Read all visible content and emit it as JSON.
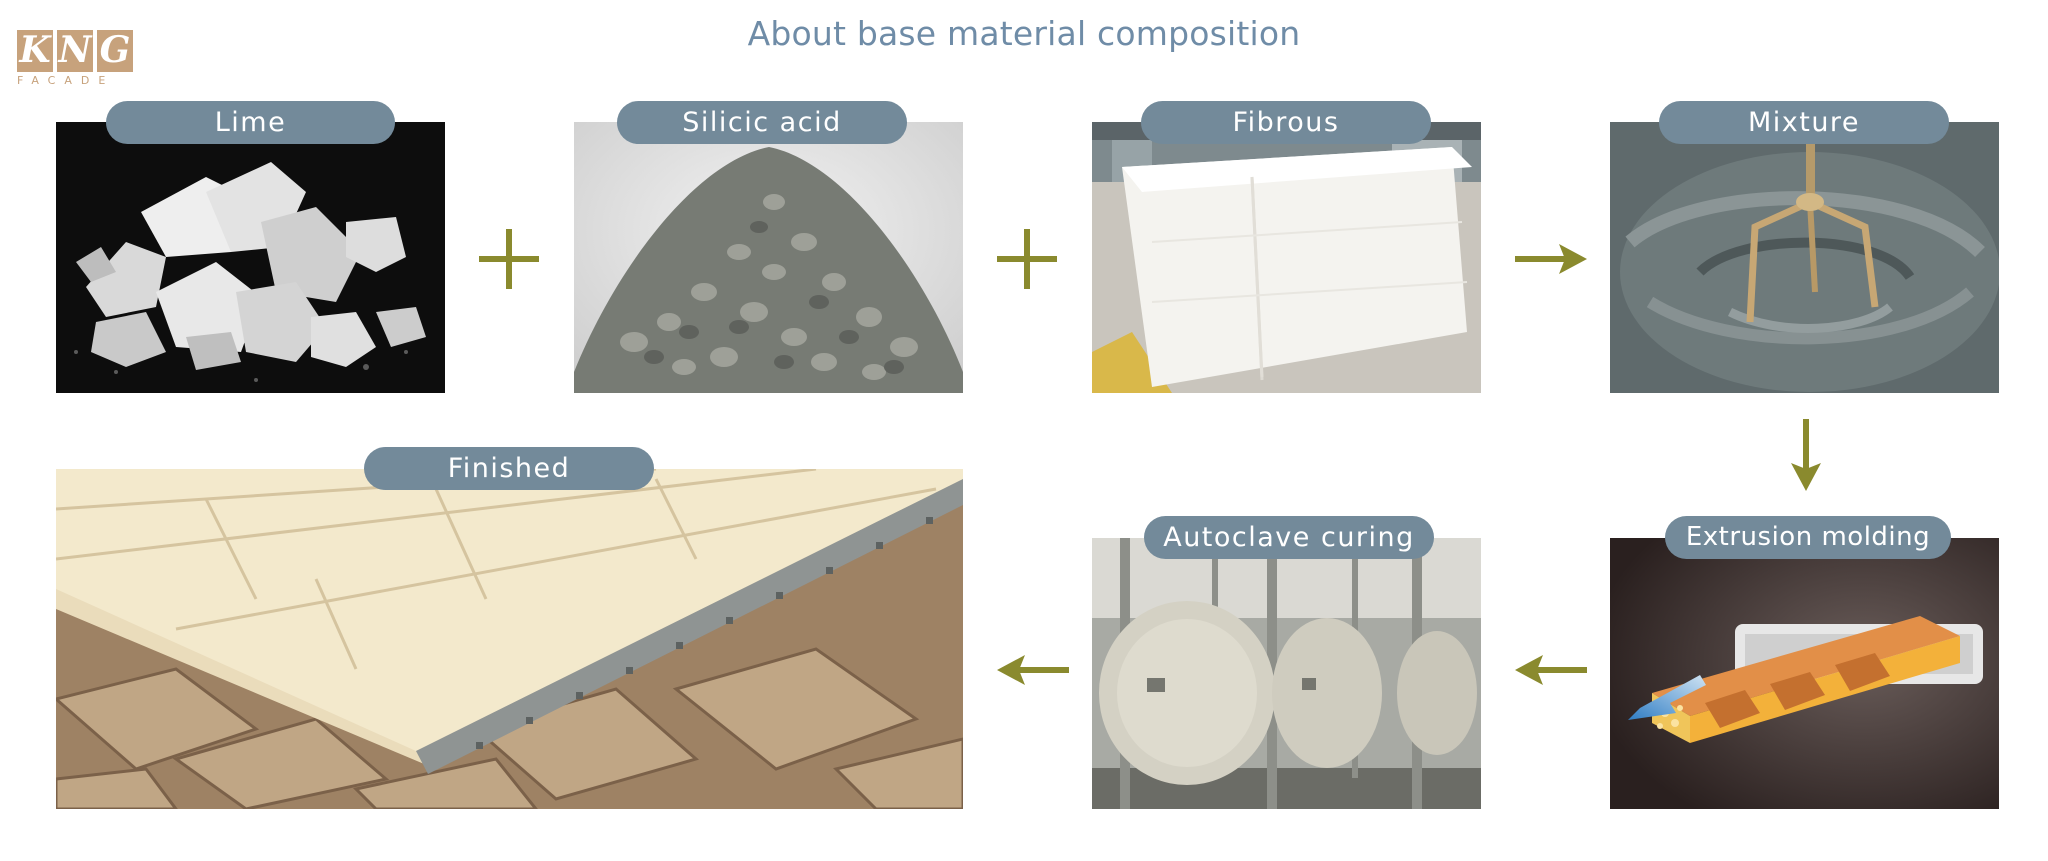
{
  "page": {
    "title": "About base material composition"
  },
  "logo": {
    "letters": [
      "K",
      "N",
      "G"
    ],
    "subtitle": "FACADE"
  },
  "steps": {
    "lime": "Lime",
    "silicic_acid": "Silicic acid",
    "fibrous": "Fibrous",
    "mixture": "Mixture",
    "extrusion_molding": "Extrusion molding",
    "autoclave_curing": "Autoclave curing",
    "finished": "Finished"
  },
  "colors": {
    "label_bg": "#738a9a",
    "title": "#6f8ca7",
    "operator": "#8a8a2e",
    "logo": "#c7a27c"
  },
  "operators": {
    "between_lime_silicic": "plus-icon",
    "between_silicic_fibrous": "plus-icon",
    "between_fibrous_mixture": "arrow-right-icon",
    "between_mixture_extrusion": "arrow-down-icon",
    "between_extrusion_autoclave": "arrow-left-icon",
    "between_autoclave_finished": "arrow-left-icon"
  }
}
